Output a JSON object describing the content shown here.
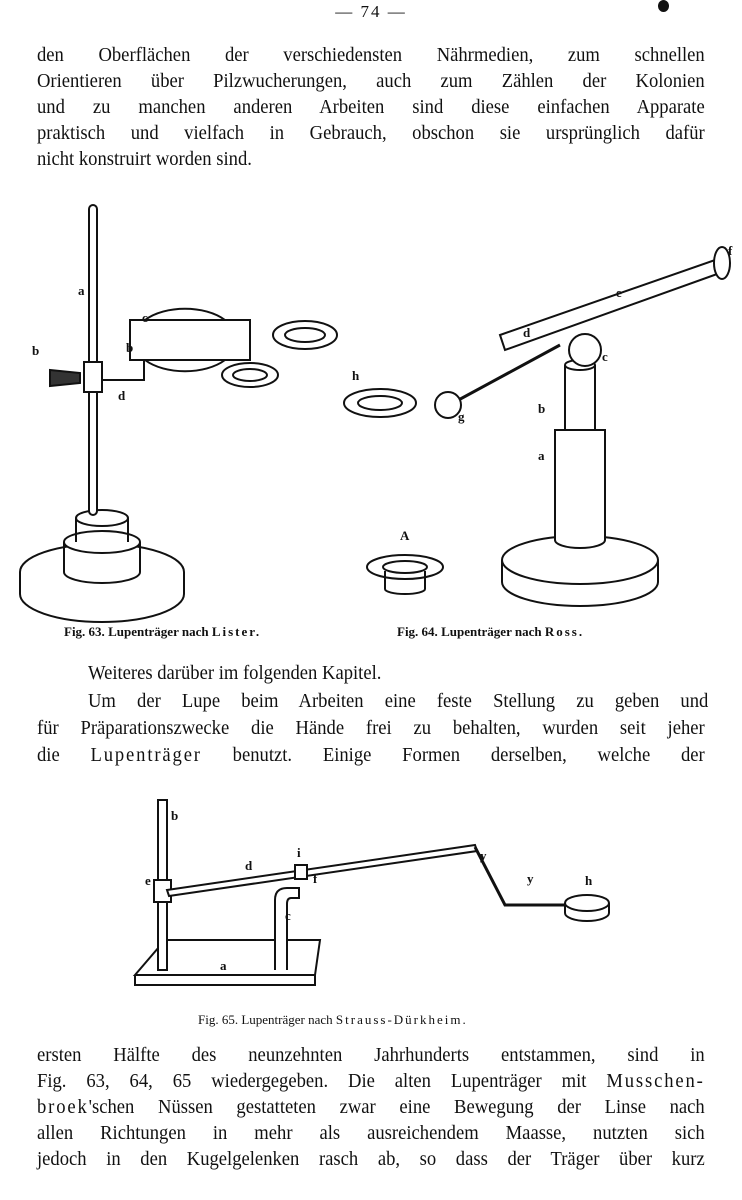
{
  "page_number": "— 74 —",
  "paragraph1": [
    "den Oberflächen der verschiedensten Nährmedien, zum schnellen",
    "Orientieren über Pilzwucherungen, auch zum Zählen der Kolonien",
    "und zu manchen anderen Arbeiten sind diese einfachen Apparate",
    "praktisch und vielfach in Gebrauch, obschon sie ursprünglich dafür",
    "nicht konstruirt worden sind."
  ],
  "figures": {
    "fig63": {
      "caption_num": "Fig. 63.",
      "caption_text": "Lupenträger nach",
      "caption_name": "Lister.",
      "labels": [
        "a",
        "b",
        "c",
        "d",
        "b"
      ]
    },
    "fig64": {
      "caption_num": "Fig. 64.",
      "caption_text": "Lupenträger nach",
      "caption_name": "Ross.",
      "labels": [
        "f",
        "e",
        "d",
        "c",
        "h",
        "g",
        "b",
        "a",
        "A"
      ]
    },
    "fig65": {
      "caption_num": "Fig. 65.",
      "caption_text": "Lupenträger nach",
      "caption_name": "Strauss-Dürkheim.",
      "labels": [
        "b",
        "e",
        "d",
        "i",
        "f",
        "c",
        "a",
        "y",
        "y",
        "h"
      ]
    }
  },
  "paragraph2": [
    "Weiteres darüber im folgenden Kapitel.",
    "Um der Lupe beim Arbeiten eine feste Stellung zu geben und",
    "für Präparationszwecke die Hände frei zu behalten, wurden seit jeher",
    {
      "pre": "die ",
      "spaced": "Lupenträger",
      "post": " benutzt. Einige Formen derselben, welche der"
    }
  ],
  "paragraph3": [
    "ersten Hälfte des neunzehnten Jahrhunderts entstammen, sind in",
    {
      "pre": "Fig. 63, 64, 65 wiedergegeben. Die alten Lupenträger mit ",
      "spaced": "Musschen-",
      "post": ""
    },
    {
      "pre": "",
      "spaced": "broek",
      "post": "'schen Nüssen gestatteten zwar eine Bewegung der Linse nach"
    },
    "allen Richtungen in mehr als ausreichendem Maasse, nutzten sich",
    "jedoch in den Kugelgelenken rasch ab, so dass der Träger über kurz"
  ]
}
